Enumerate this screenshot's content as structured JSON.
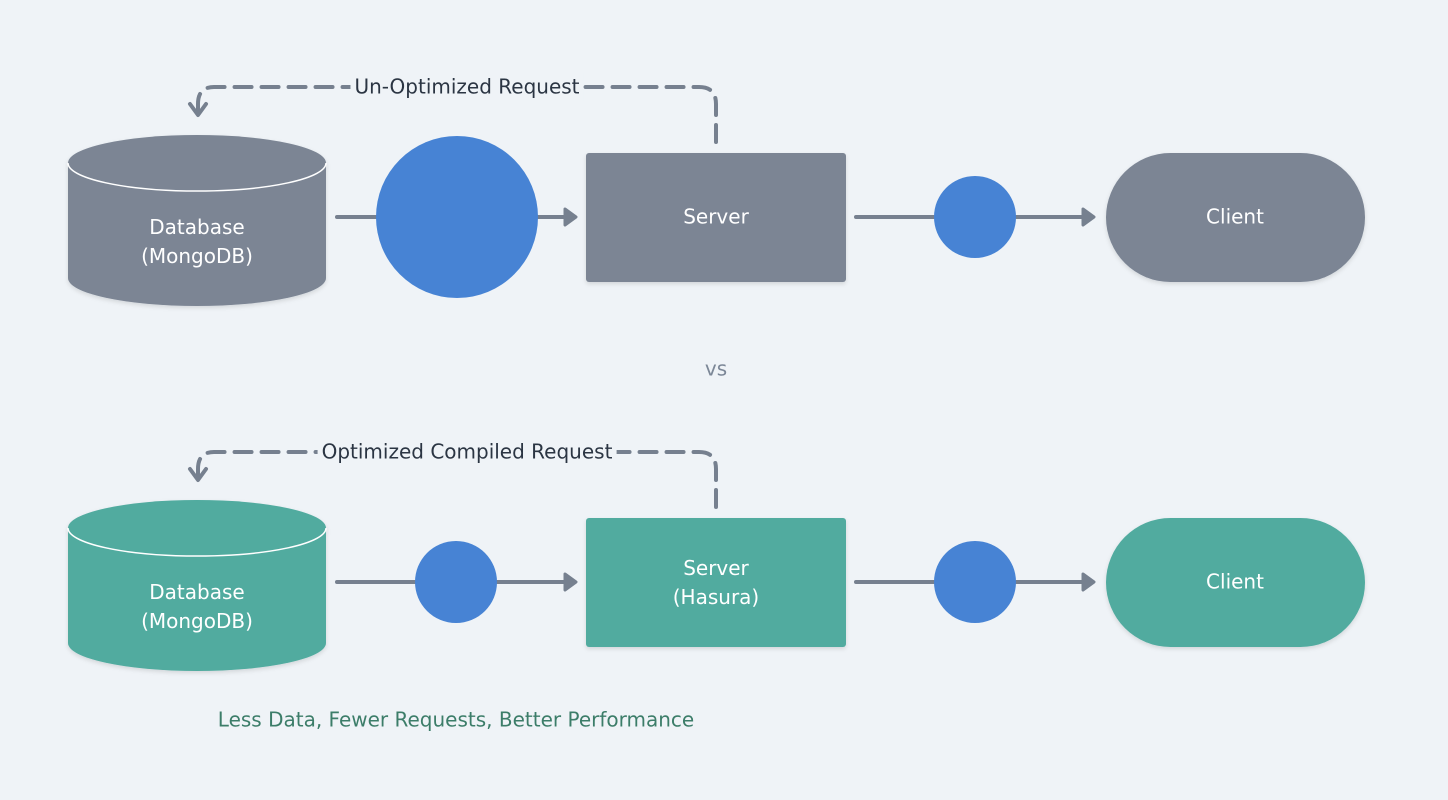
{
  "colors": {
    "background": "#eff3f7",
    "gray_node": "#7b8594",
    "teal_node": "#51ab9f",
    "blue_circle": "#4783d4",
    "arrow": "#76808f",
    "vs_text": "#7c8797",
    "footer_text": "#3c7d69",
    "label_text": "#2b3543"
  },
  "top_flow": {
    "request_label": "Un-Optimized Request",
    "database": {
      "line1": "Database",
      "line2": "(MongoDB)"
    },
    "server": {
      "line1": "Server"
    },
    "client": {
      "line1": "Client"
    },
    "payload_to_server": "large",
    "payload_to_client": "small"
  },
  "separator": "vs",
  "bottom_flow": {
    "request_label": "Optimized Compiled Request",
    "database": {
      "line1": "Database",
      "line2": "(MongoDB)"
    },
    "server": {
      "line1": "Server",
      "line2": "(Hasura)"
    },
    "client": {
      "line1": "Client"
    },
    "payload_to_server": "small",
    "payload_to_client": "small"
  },
  "footer": "Less Data, Fewer Requests, Better Performance"
}
